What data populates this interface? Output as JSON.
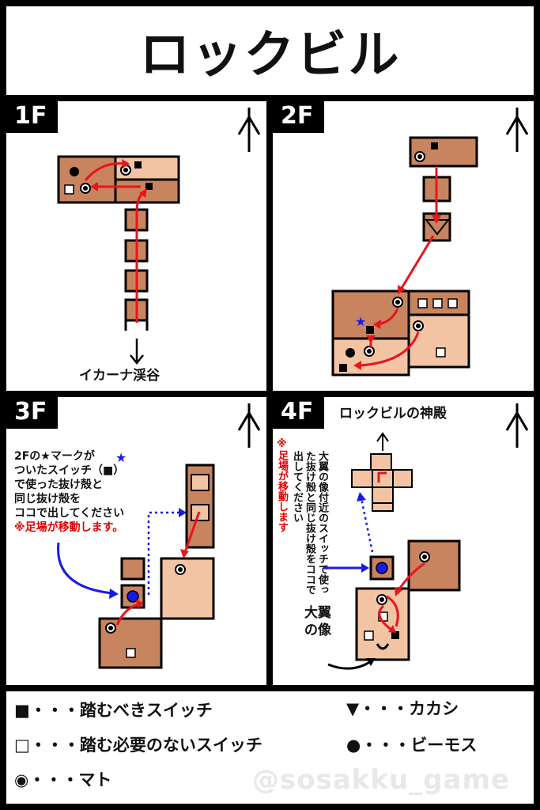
{
  "title": "ロックビル",
  "floors": {
    "f1": {
      "label": "1F",
      "exit_label": "イカーナ渓谷"
    },
    "f2": {
      "label": "2F"
    },
    "f3": {
      "label": "3F",
      "note_lines": [
        "2Fの★マークが",
        "ついたスイッチ（■）",
        "で使った抜け殻と",
        "同じ抜け殻を",
        "ココで出してください"
      ],
      "note_warning": "※足場が移動します。"
    },
    "f4": {
      "label": "4F",
      "exit_label": "ロックビルの神殿",
      "warning_vertical": "※足場が移動します",
      "note_vertical": [
        "大翼の像付近の",
        "スイッチで使った",
        "抜け殻と同じ抜け殻を",
        "ココで出してください"
      ],
      "statue_label": [
        "大翼",
        "の像"
      ]
    }
  },
  "legend": {
    "must_press": "■・・・踏むべきスイッチ",
    "no_need": "□・・・踏む必要のないスイッチ",
    "target": "◉・・・マト",
    "kakashi": "▼・・・カカシ",
    "beamos": "●・・・ビーモス"
  },
  "watermark": "@sosakku_game",
  "colors": {
    "dark_tile": "#c8845e",
    "light_tile": "#f2c4a4",
    "arrow_red": "#e8141e",
    "arrow_blue": "#1a1ae6"
  }
}
